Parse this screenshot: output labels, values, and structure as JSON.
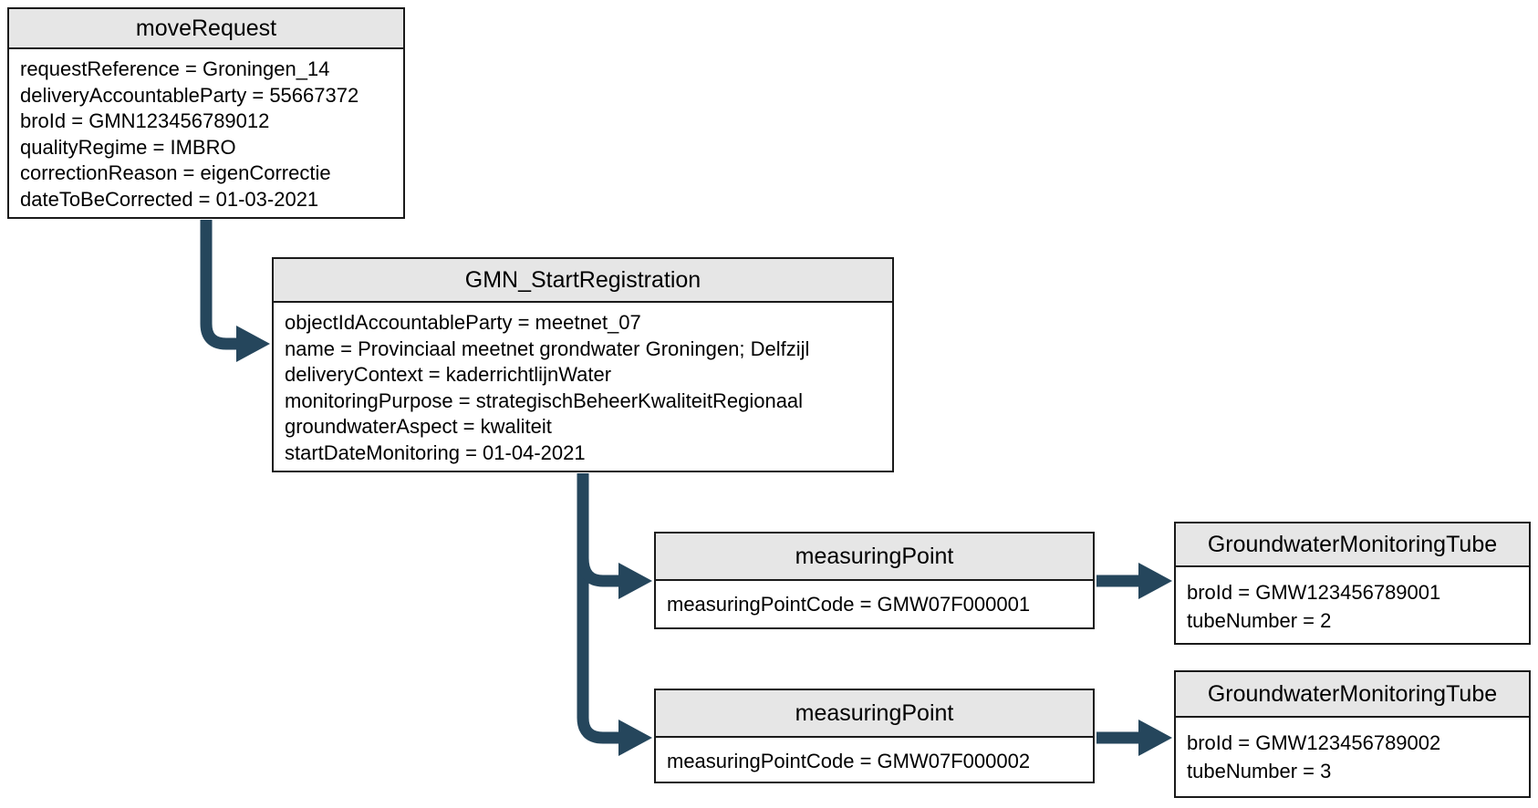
{
  "diagram": {
    "boxes": {
      "move_request": {
        "title": "moveRequest",
        "lines": [
          "requestReference = Groningen_14",
          "deliveryAccountableParty = 55667372",
          "broId = GMN123456789012",
          "qualityRegime = IMBRO",
          "correctionReason = eigenCorrectie",
          "dateToBeCorrected = 01-03-2021"
        ]
      },
      "gmn_start_registration": {
        "title": "GMN_StartRegistration",
        "lines": [
          "objectIdAccountableParty = meetnet_07",
          "name = Provinciaal meetnet grondwater Groningen; Delfzijl",
          "deliveryContext = kaderrichtlijnWater",
          "monitoringPurpose = strategischBeheerKwaliteitRegionaal",
          "groundwaterAspect = kwaliteit",
          "startDateMonitoring = 01-04-2021"
        ]
      },
      "measuring_point_1": {
        "title": "measuringPoint",
        "lines": [
          "measuringPointCode = GMW07F000001"
        ]
      },
      "groundwater_monitoring_tube_1": {
        "title": "GroundwaterMonitoringTube",
        "lines": [
          "broId = GMW123456789001",
          "tubeNumber = 2"
        ]
      },
      "measuring_point_2": {
        "title": "measuringPoint",
        "lines": [
          "measuringPointCode = GMW07F000002"
        ]
      },
      "groundwater_monitoring_tube_2": {
        "title": "GroundwaterMonitoringTube",
        "lines": [
          "broId = GMW123456789002",
          "tubeNumber = 3"
        ]
      }
    },
    "colors": {
      "arrow": "#25465C",
      "box_border": "#1A1A1A",
      "header_fill": "#E6E6E6",
      "body_fill": "#FFFFFF",
      "background": "#FFFFFF"
    }
  }
}
